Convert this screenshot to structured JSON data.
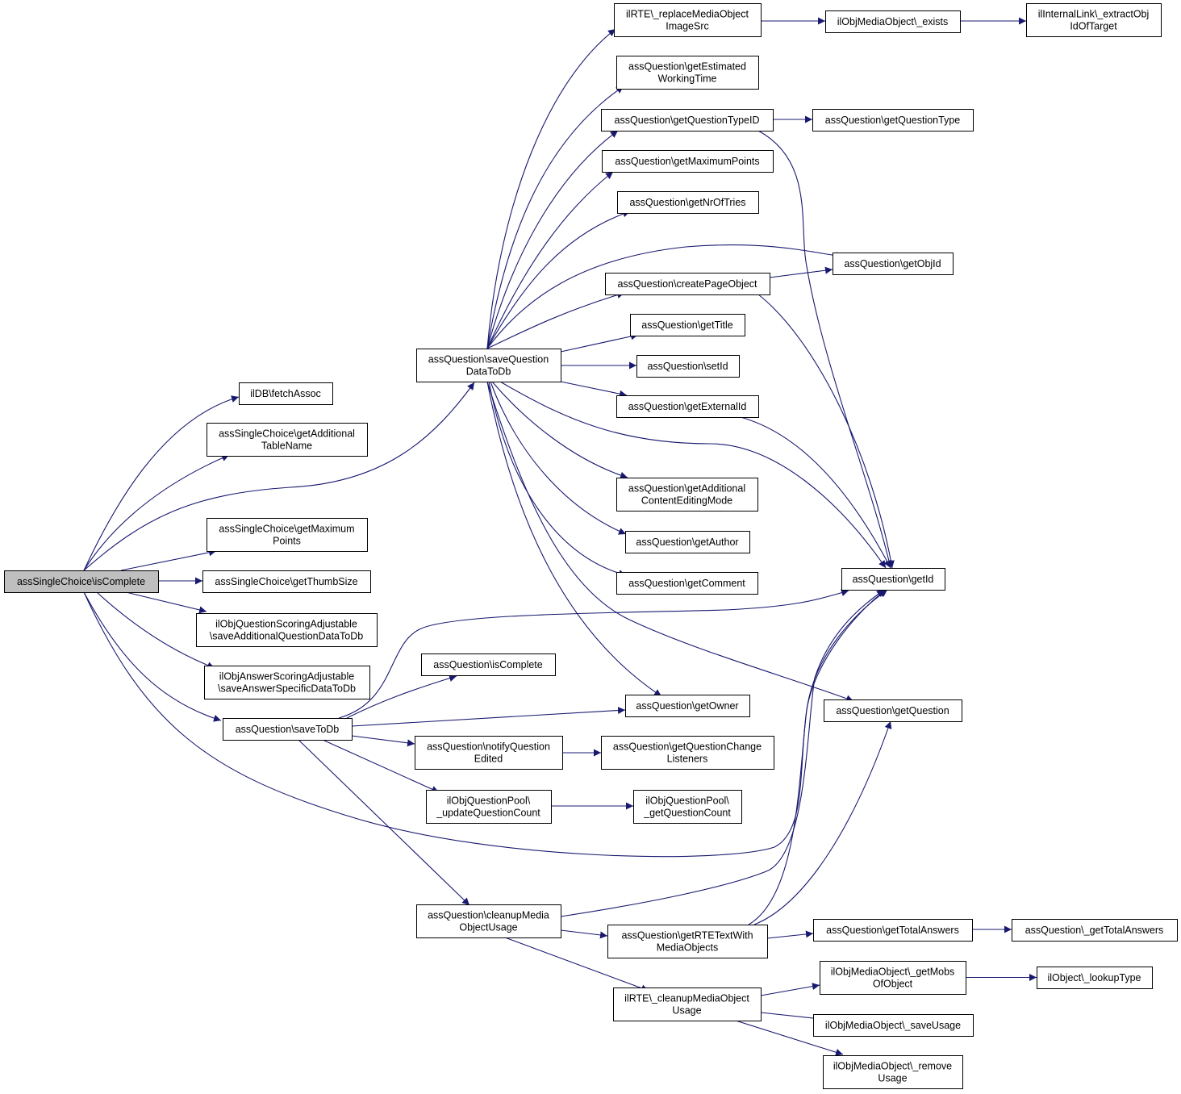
{
  "diagram": {
    "colors": {
      "edge": "#191970",
      "node_border": "#000000",
      "node_fill": "#ffffff",
      "root_fill": "#bfbfbf"
    },
    "nodes": [
      {
        "id": "isComplete",
        "lines": [
          "assSingleChoice\\isComplete"
        ],
        "root": true
      },
      {
        "id": "fetchAssoc",
        "lines": [
          "ilDB\\fetchAssoc"
        ]
      },
      {
        "id": "getAddTableName",
        "lines": [
          "assSingleChoice\\getAdditional",
          "TableName"
        ]
      },
      {
        "id": "scGetMaxPoints",
        "lines": [
          "assSingleChoice\\getMaximum",
          "Points"
        ]
      },
      {
        "id": "getThumbSize",
        "lines": [
          "assSingleChoice\\getThumbSize"
        ]
      },
      {
        "id": "saveAddQData",
        "lines": [
          "ilObjQuestionScoringAdjustable",
          "\\saveAdditionalQuestionDataToDb"
        ]
      },
      {
        "id": "saveAnswerData",
        "lines": [
          "ilObjAnswerScoringAdjustable",
          "\\saveAnswerSpecificDataToDb"
        ]
      },
      {
        "id": "saveToDb",
        "lines": [
          "assQuestion\\saveToDb"
        ]
      },
      {
        "id": "saveQData",
        "lines": [
          "assQuestion\\saveQuestion",
          "DataToDb"
        ]
      },
      {
        "id": "rteReplace",
        "lines": [
          "ilRTE\\_replaceMediaObject",
          "ImageSrc"
        ]
      },
      {
        "id": "mobExists",
        "lines": [
          "ilObjMediaObject\\_exists"
        ]
      },
      {
        "id": "extractObj",
        "lines": [
          "ilInternalLink\\_extractObj",
          "IdOfTarget"
        ]
      },
      {
        "id": "getEstTime",
        "lines": [
          "assQuestion\\getEstimated",
          "WorkingTime"
        ]
      },
      {
        "id": "getQTypeID",
        "lines": [
          "assQuestion\\getQuestionTypeID"
        ]
      },
      {
        "id": "getQType",
        "lines": [
          "assQuestion\\getQuestionType"
        ]
      },
      {
        "id": "qGetMaxPoints",
        "lines": [
          "assQuestion\\getMaximumPoints"
        ]
      },
      {
        "id": "getNrOfTries",
        "lines": [
          "assQuestion\\getNrOfTries"
        ]
      },
      {
        "id": "getObjId",
        "lines": [
          "assQuestion\\getObjId"
        ]
      },
      {
        "id": "createPageObj",
        "lines": [
          "assQuestion\\createPageObject"
        ]
      },
      {
        "id": "getTitle",
        "lines": [
          "assQuestion\\getTitle"
        ]
      },
      {
        "id": "setId",
        "lines": [
          "assQuestion\\setId"
        ]
      },
      {
        "id": "getExtId",
        "lines": [
          "assQuestion\\getExternalId"
        ]
      },
      {
        "id": "getAddContent",
        "lines": [
          "assQuestion\\getAdditional",
          "ContentEditingMode"
        ]
      },
      {
        "id": "getAuthor",
        "lines": [
          "assQuestion\\getAuthor"
        ]
      },
      {
        "id": "getComment",
        "lines": [
          "assQuestion\\getComment"
        ]
      },
      {
        "id": "getId",
        "lines": [
          "assQuestion\\getId"
        ]
      },
      {
        "id": "qIsComplete",
        "lines": [
          "assQuestion\\isComplete"
        ]
      },
      {
        "id": "getOwner",
        "lines": [
          "assQuestion\\getOwner"
        ]
      },
      {
        "id": "getQuestion",
        "lines": [
          "assQuestion\\getQuestion"
        ]
      },
      {
        "id": "notifyEdited",
        "lines": [
          "assQuestion\\notifyQuestion",
          "Edited"
        ]
      },
      {
        "id": "getChangeListeners",
        "lines": [
          "assQuestion\\getQuestionChange",
          "Listeners"
        ]
      },
      {
        "id": "updateQCount",
        "lines": [
          "ilObjQuestionPool\\",
          "_updateQuestionCount"
        ]
      },
      {
        "id": "getQCount",
        "lines": [
          "ilObjQuestionPool\\",
          "_getQuestionCount"
        ]
      },
      {
        "id": "cleanupMedia",
        "lines": [
          "assQuestion\\cleanupMedia",
          "ObjectUsage"
        ]
      },
      {
        "id": "getRTEText",
        "lines": [
          "assQuestion\\getRTETextWith",
          "MediaObjects"
        ]
      },
      {
        "id": "getTotalAnswers",
        "lines": [
          "assQuestion\\getTotalAnswers"
        ]
      },
      {
        "id": "_getTotalAnswers",
        "lines": [
          "assQuestion\\_getTotalAnswers"
        ]
      },
      {
        "id": "rteCleanup",
        "lines": [
          "ilRTE\\_cleanupMediaObject",
          "Usage"
        ]
      },
      {
        "id": "getMobs",
        "lines": [
          "ilObjMediaObject\\_getMobs",
          "OfObject"
        ]
      },
      {
        "id": "lookupType",
        "lines": [
          "ilObject\\_lookupType"
        ]
      },
      {
        "id": "saveUsage",
        "lines": [
          "ilObjMediaObject\\_saveUsage"
        ]
      },
      {
        "id": "removeUsage",
        "lines": [
          "ilObjMediaObject\\_remove",
          "Usage"
        ]
      }
    ],
    "edges": [
      {
        "from": "isComplete",
        "to": "fetchAssoc"
      },
      {
        "from": "isComplete",
        "to": "getAddTableName"
      },
      {
        "from": "isComplete",
        "to": "saveQData"
      },
      {
        "from": "isComplete",
        "to": "scGetMaxPoints"
      },
      {
        "from": "isComplete",
        "to": "getThumbSize"
      },
      {
        "from": "isComplete",
        "to": "saveAddQData"
      },
      {
        "from": "isComplete",
        "to": "saveAnswerData"
      },
      {
        "from": "isComplete",
        "to": "saveToDb"
      },
      {
        "from": "isComplete",
        "to": "getId"
      },
      {
        "from": "saveQData",
        "to": "rteReplace"
      },
      {
        "from": "saveQData",
        "to": "getEstTime"
      },
      {
        "from": "saveQData",
        "to": "getQTypeID"
      },
      {
        "from": "saveQData",
        "to": "qGetMaxPoints"
      },
      {
        "from": "saveQData",
        "to": "getNrOfTries"
      },
      {
        "from": "saveQData",
        "to": "getObjId"
      },
      {
        "from": "saveQData",
        "to": "createPageObj"
      },
      {
        "from": "saveQData",
        "to": "getTitle"
      },
      {
        "from": "saveQData",
        "to": "setId"
      },
      {
        "from": "saveQData",
        "to": "getExtId"
      },
      {
        "from": "saveQData",
        "to": "getAddContent"
      },
      {
        "from": "saveQData",
        "to": "getAuthor"
      },
      {
        "from": "saveQData",
        "to": "getComment"
      },
      {
        "from": "saveQData",
        "to": "getId"
      },
      {
        "from": "saveQData",
        "to": "getOwner"
      },
      {
        "from": "saveQData",
        "to": "getQuestion"
      },
      {
        "from": "rteReplace",
        "to": "mobExists"
      },
      {
        "from": "mobExists",
        "to": "extractObj"
      },
      {
        "from": "getQTypeID",
        "to": "getQType"
      },
      {
        "from": "getQTypeID",
        "to": "getId"
      },
      {
        "from": "createPageObj",
        "to": "getObjId"
      },
      {
        "from": "createPageObj",
        "to": "getId"
      },
      {
        "from": "getExtId",
        "to": "getId"
      },
      {
        "from": "saveToDb",
        "to": "getId"
      },
      {
        "from": "saveToDb",
        "to": "qIsComplete"
      },
      {
        "from": "saveToDb",
        "to": "getOwner"
      },
      {
        "from": "saveToDb",
        "to": "notifyEdited"
      },
      {
        "from": "saveToDb",
        "to": "updateQCount"
      },
      {
        "from": "saveToDb",
        "to": "cleanupMedia"
      },
      {
        "from": "notifyEdited",
        "to": "getChangeListeners"
      },
      {
        "from": "updateQCount",
        "to": "getQCount"
      },
      {
        "from": "cleanupMedia",
        "to": "getId"
      },
      {
        "from": "cleanupMedia",
        "to": "getRTEText"
      },
      {
        "from": "cleanupMedia",
        "to": "rteCleanup"
      },
      {
        "from": "getRTEText",
        "to": "getId"
      },
      {
        "from": "getRTEText",
        "to": "getQuestion"
      },
      {
        "from": "getRTEText",
        "to": "getTotalAnswers"
      },
      {
        "from": "getTotalAnswers",
        "to": "_getTotalAnswers"
      },
      {
        "from": "rteCleanup",
        "to": "getMobs"
      },
      {
        "from": "rteCleanup",
        "to": "saveUsage"
      },
      {
        "from": "rteCleanup",
        "to": "removeUsage"
      },
      {
        "from": "getMobs",
        "to": "lookupType"
      }
    ]
  }
}
